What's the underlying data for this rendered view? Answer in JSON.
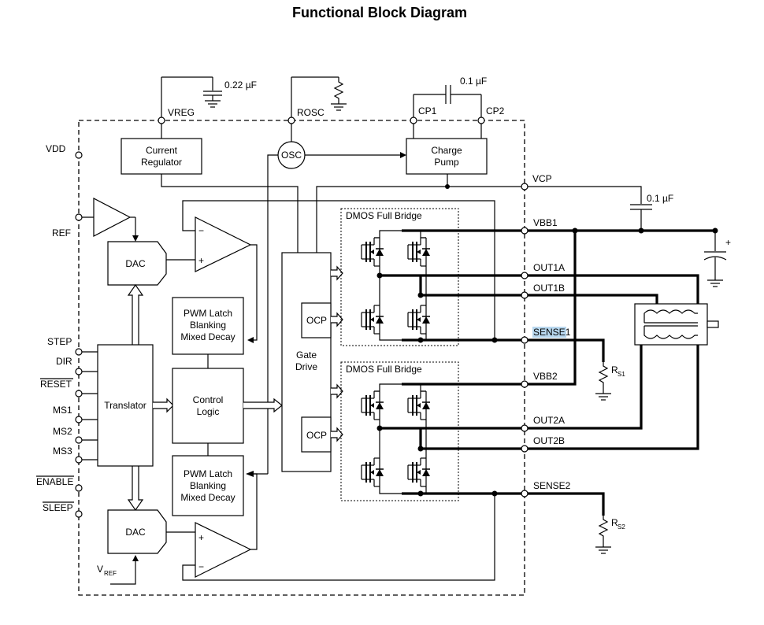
{
  "title": "Functional Block Diagram",
  "blocks": {
    "current_regulator": [
      "Current",
      "Regulator"
    ],
    "osc": "OSC",
    "charge_pump": [
      "Charge",
      "Pump"
    ],
    "dac_top": "DAC",
    "dac_bottom": "DAC",
    "pwm_top": [
      "PWM Latch",
      "Blanking",
      "Mixed Decay"
    ],
    "pwm_bottom": [
      "PWM Latch",
      "Blanking",
      "Mixed Decay"
    ],
    "control_logic": [
      "Control",
      "Logic"
    ],
    "translator": "Translator",
    "gate_drive": [
      "Gate",
      "Drive"
    ],
    "ocp_top": "OCP",
    "ocp_bottom": "OCP",
    "bridge_top": "DMOS Full Bridge",
    "bridge_bottom": "DMOS Full Bridge"
  },
  "pins": {
    "vreg": "VREG",
    "rosc": "ROSC",
    "cp1": "CP1",
    "cp2": "CP2",
    "vdd": "VDD",
    "ref": "REF",
    "step": "STEP",
    "dir": "DIR",
    "reset": "RESET",
    "ms1": "MS1",
    "ms2": "MS2",
    "ms3": "MS3",
    "enable": "ENABLE",
    "sleep": "SLEEP",
    "vref_main": "V",
    "vref_sub": "REF",
    "vcp": "VCP",
    "vbb1": "VBB1",
    "out1a": "OUT1A",
    "out1b": "OUT1B",
    "sense1_hl": "SENSE",
    "sense1_tail": "1",
    "vbb2": "VBB2",
    "out2a": "OUT2A",
    "out2b": "OUT2B",
    "sense2": "SENSE2"
  },
  "components": {
    "cap_vreg": "0.22 µF",
    "cap_cp": "0.1 µF",
    "cap_vcp": "0.1 µF",
    "rs1_main": "R",
    "rs1_sub": "S1",
    "rs2_main": "R",
    "rs2_sub": "S2",
    "opamp_plus": "+",
    "opamp_minus": "−",
    "bulk_cap_plus": "+"
  },
  "colors": {
    "line": "#000000",
    "highlight": "#b8d7ee"
  }
}
